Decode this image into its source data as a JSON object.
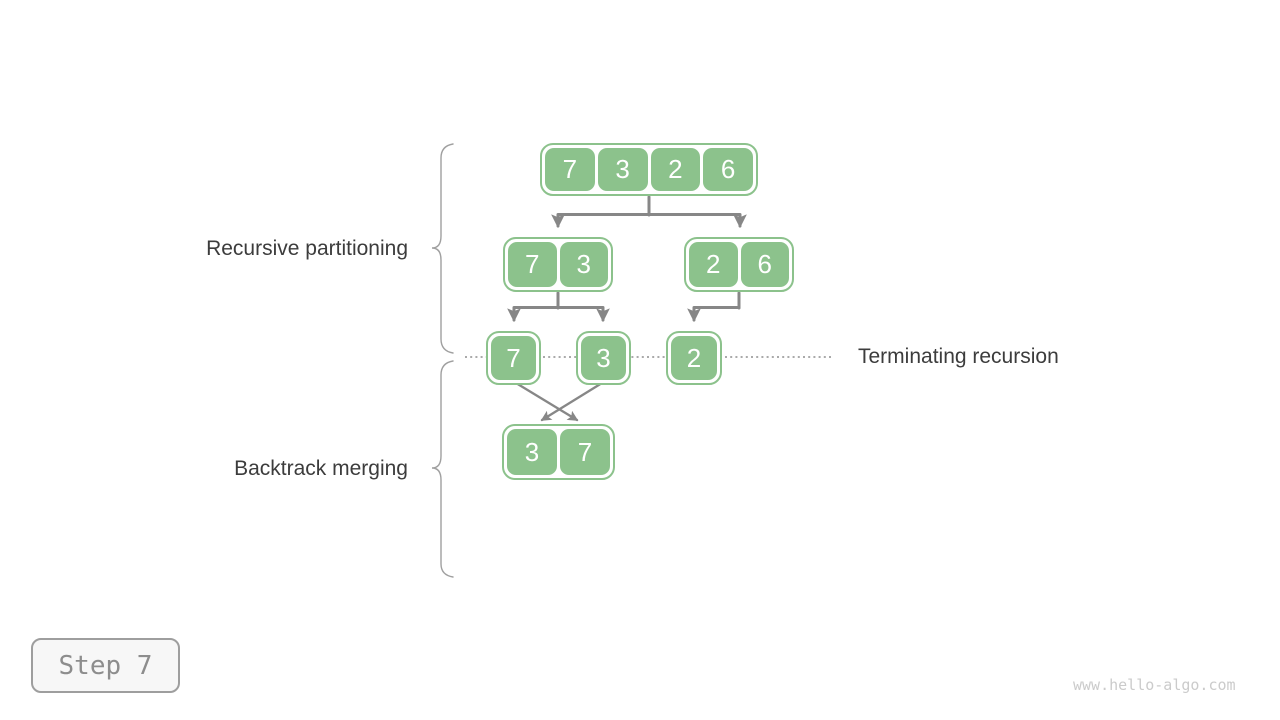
{
  "diagram": {
    "labels": {
      "recursive_partitioning": "Recursive partitioning",
      "backtrack_merging": "Backtrack merging",
      "terminating_recursion": "Terminating recursion"
    },
    "nodes": {
      "root": {
        "values": [
          "7",
          "3",
          "2",
          "6"
        ]
      },
      "left_pair": {
        "values": [
          "7",
          "3"
        ]
      },
      "right_pair": {
        "values": [
          "2",
          "6"
        ]
      },
      "leaf_left": {
        "values": [
          "7"
        ]
      },
      "leaf_mid": {
        "values": [
          "3"
        ]
      },
      "leaf_right": {
        "values": [
          "2"
        ]
      },
      "merged_pair": {
        "values": [
          "3",
          "7"
        ]
      }
    },
    "colors": {
      "node_green": "#8cc28c",
      "arrow_gray": "#878787",
      "label_text": "#3c3c3c",
      "brace_gray": "#a0a0a0",
      "dotted_line": "#9e9e9e",
      "badge_border": "#9e9e9e",
      "badge_background": "#f7f7f7",
      "badge_text": "#8d8d8d",
      "watermark_text": "#cbcbcb"
    }
  },
  "step_badge": {
    "label": "Step 7"
  },
  "watermark": {
    "text": "www.hello-algo.com"
  }
}
